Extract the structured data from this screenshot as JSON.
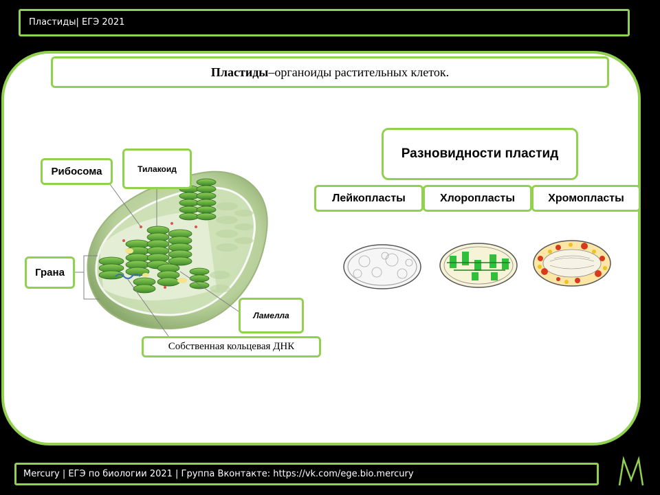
{
  "header": {
    "title": "Пластиды| ЕГЭ 2021"
  },
  "footer": {
    "text": "Mercury | ЕГЭ по биологии 2021 | Группа Вконтакте: https://vk.com/ege.bio.mercury"
  },
  "title": {
    "bold": "Пластиды",
    "rest": "–органоиды растительных клеток."
  },
  "structure_labels": {
    "ribosome": "Рибосома",
    "thylakoid": "Тилакоид",
    "grana": "Грана",
    "lamella": "Ламелла",
    "dna": "Собственная кольцевая ДНК"
  },
  "types": {
    "title": "Разновидности пластид",
    "items": [
      "Лейкопласты",
      "Хлоропласты",
      "Хромопласты"
    ]
  },
  "colors": {
    "accent": "#92d050",
    "background": "#000000",
    "panel": "#ffffff"
  }
}
